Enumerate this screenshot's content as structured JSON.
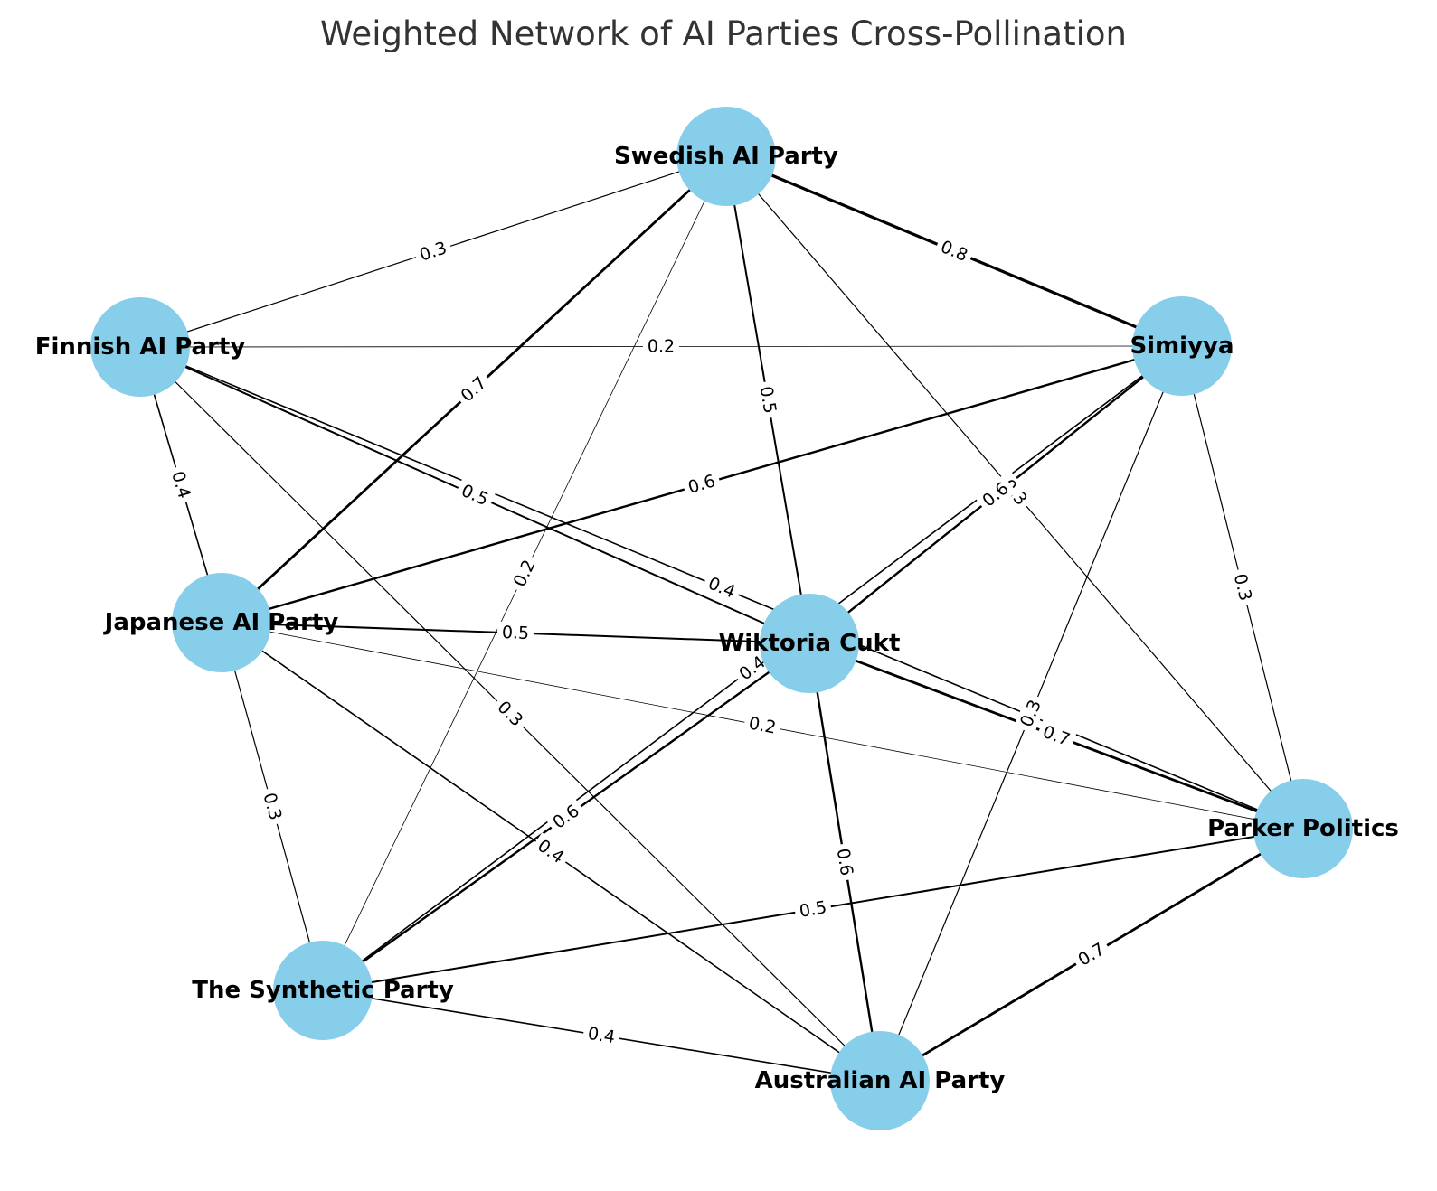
{
  "title": "Weighted Network of AI Parties Cross-Pollination",
  "colors": {
    "node": "#87ceeb",
    "edge": "#000000",
    "title": "#333333"
  },
  "nodes": [
    {
      "id": "swedish",
      "label": "Swedish AI Party"
    },
    {
      "id": "finnish",
      "label": "Finnish AI Party"
    },
    {
      "id": "simiyya",
      "label": "Simiyya"
    },
    {
      "id": "japanese",
      "label": "Japanese AI Party"
    },
    {
      "id": "wiktoria",
      "label": "Wiktoria Cukt"
    },
    {
      "id": "parker",
      "label": "Parker Politics"
    },
    {
      "id": "synthetic",
      "label": "The Synthetic Party"
    },
    {
      "id": "australian",
      "label": "Australian AI Party"
    }
  ],
  "edges": [
    {
      "source": "swedish",
      "target": "finnish",
      "weight": 0.3
    },
    {
      "source": "swedish",
      "target": "simiyya",
      "weight": 0.8
    },
    {
      "source": "swedish",
      "target": "japanese",
      "weight": 0.7
    },
    {
      "source": "swedish",
      "target": "wiktoria",
      "weight": 0.5
    },
    {
      "source": "swedish",
      "target": "synthetic",
      "weight": 0.2
    },
    {
      "source": "swedish",
      "target": "parker",
      "weight": 0.3
    },
    {
      "source": "finnish",
      "target": "simiyya",
      "weight": 0.2
    },
    {
      "source": "finnish",
      "target": "japanese",
      "weight": 0.4
    },
    {
      "source": "finnish",
      "target": "wiktoria",
      "weight": 0.5
    },
    {
      "source": "finnish",
      "target": "parker",
      "weight": 0.4
    },
    {
      "source": "finnish",
      "target": "australian",
      "weight": 0.3
    },
    {
      "source": "simiyya",
      "target": "japanese",
      "weight": 0.6
    },
    {
      "source": "simiyya",
      "target": "wiktoria",
      "weight": 0.6
    },
    {
      "source": "simiyya",
      "target": "synthetic",
      "weight": 0.4
    },
    {
      "source": "simiyya",
      "target": "parker",
      "weight": 0.3
    },
    {
      "source": "simiyya",
      "target": "australian",
      "weight": 0.3
    },
    {
      "source": "japanese",
      "target": "wiktoria",
      "weight": 0.5
    },
    {
      "source": "japanese",
      "target": "synthetic",
      "weight": 0.3
    },
    {
      "source": "japanese",
      "target": "parker",
      "weight": 0.2
    },
    {
      "source": "japanese",
      "target": "australian",
      "weight": 0.4
    },
    {
      "source": "wiktoria",
      "target": "parker",
      "weight": 0.7
    },
    {
      "source": "wiktoria",
      "target": "synthetic",
      "weight": 0.6
    },
    {
      "source": "wiktoria",
      "target": "australian",
      "weight": 0.6
    },
    {
      "source": "synthetic",
      "target": "parker",
      "weight": 0.5
    },
    {
      "source": "synthetic",
      "target": "australian",
      "weight": 0.4
    },
    {
      "source": "australian",
      "target": "parker",
      "weight": 0.7
    }
  ]
}
